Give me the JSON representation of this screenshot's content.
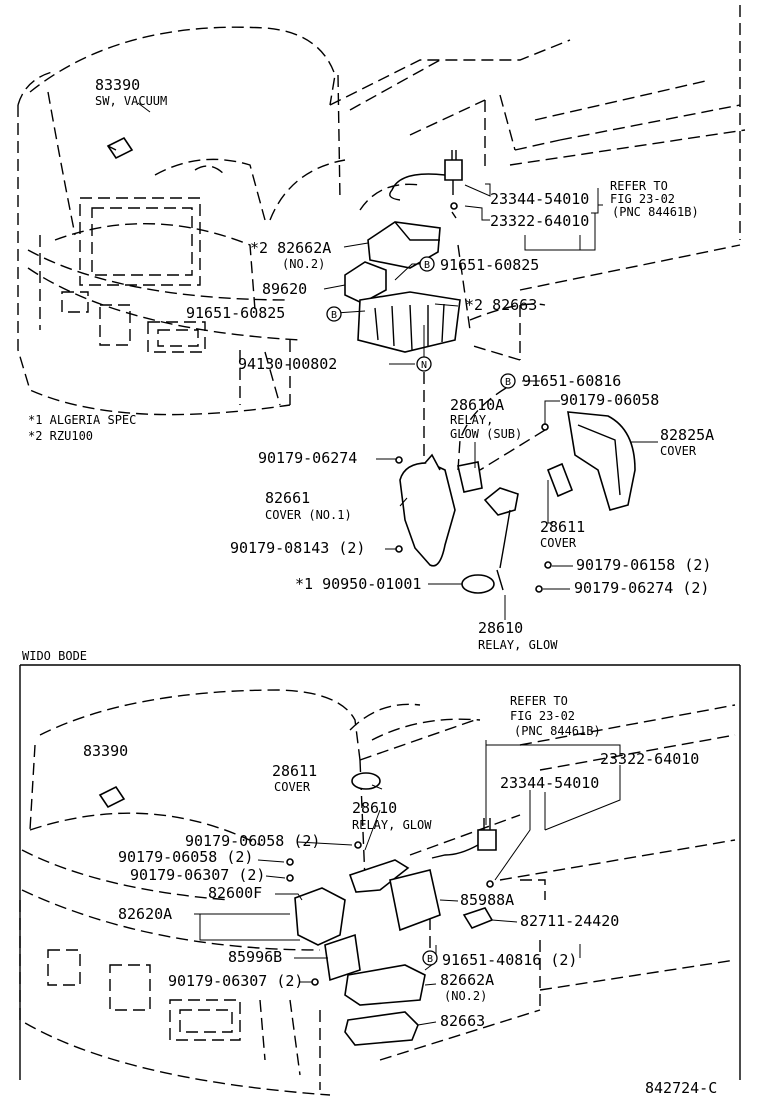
{
  "diagram": {
    "notes": [
      "*1 ALGERIA SPEC",
      "*2 RZU100"
    ],
    "section_label": "WIDO BODE",
    "footer_code": "842724-C",
    "badges": {
      "b": "B",
      "n": "N"
    },
    "top": {
      "p83390": "83390",
      "p83390_name": "SW, VACUUM",
      "refer1": "REFER TO",
      "refer2": "FIG 23-02",
      "refer3": "(PNC 84461B)",
      "p23344": "23344-54010",
      "p23322": "23322-64010",
      "p82662a": "*2 82662A",
      "p82662a_sub": "(NO.2)",
      "p91651_60825_r": "91651-60825",
      "p89620": "89620",
      "p82663": "*2 82663",
      "p91651_60825_l": "91651-60825",
      "p94130": "94130-00802",
      "p91651_60816": "91651-60816",
      "p28610a": "28610A",
      "p28610a_n1": "RELAY,",
      "p28610a_n2": "GLOW (SUB)",
      "p90179_06058": "90179-06058",
      "p82825a": "82825A",
      "p82825a_name": "COVER",
      "p90179_06274": "90179-06274",
      "p82661": "82661",
      "p82661_name": "COVER (NO.1)",
      "p90179_08143": "90179-08143 (2)",
      "p28611": "28611",
      "p28611_name": "COVER",
      "p90179_06158": "90179-06158 (2)",
      "p90950": "*1 90950-01001",
      "p90179_06274_2": "90179-06274 (2)",
      "p28610": "28610",
      "p28610_name": "RELAY, GLOW"
    },
    "bottom": {
      "refer1": "REFER TO",
      "refer2": "FIG 23-02",
      "refer3": "(PNC 84461B)",
      "p83390": "83390",
      "p23322": "23322-64010",
      "p28611": "28611",
      "p28611_name": "COVER",
      "p23344": "23344-54010",
      "p28610": "28610",
      "p28610_name": "RELAY, GLOW",
      "p90179_06058_a": "90179-06058 (2)",
      "p90179_06058_b": "90179-06058 (2)",
      "p90179_06307_a": "90179-06307 (2)",
      "p82600f": "82600F",
      "p85988a": "85988A",
      "p82620a": "82620A",
      "p82711": "82711-24420",
      "p85996b": "85996B",
      "p91651_40816": "91651-40816 (2)",
      "p90179_06307_b": "90179-06307 (2)",
      "p82662a": "82662A",
      "p82662a_sub": "(NO.2)",
      "p82663": "82663"
    }
  }
}
